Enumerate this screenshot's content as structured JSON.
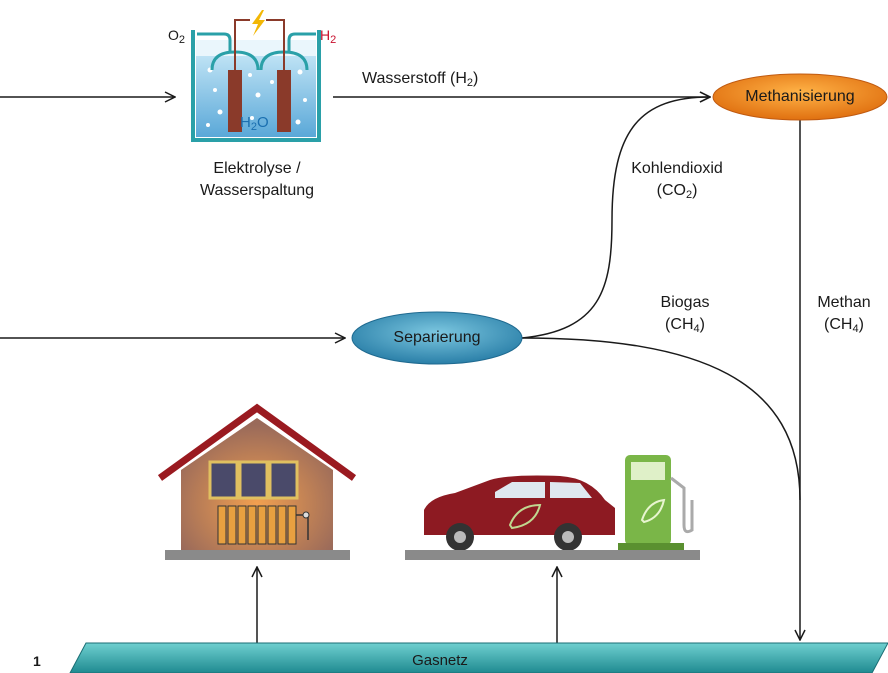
{
  "figure_number": "1",
  "electrolysis": {
    "label_line1": "Elektrolyse /",
    "label_line2": "Wasserspaltung",
    "o2": "O",
    "o2_sub": "2",
    "h2": "H",
    "h2_sub": "2",
    "h2o": "H",
    "h2o_sub": "2",
    "h2o_tail": "O"
  },
  "flows": {
    "hydrogen": "Wasserstoff (H",
    "hydrogen_sub": "2",
    "hydrogen_tail": ")",
    "co2_line1": "Kohlendioxid",
    "co2_line2": "(CO",
    "co2_sub": "2",
    "co2_tail": ")",
    "biogas_line1": "Biogas",
    "biogas_line2": "(CH",
    "biogas_sub": "4",
    "biogas_tail": ")",
    "methane_line1": "Methan",
    "methane_line2": "(CH",
    "methane_sub": "4",
    "methane_tail": ")"
  },
  "nodes": {
    "methanisierung": "Methanisierung",
    "separierung": "Separierung",
    "gasnetz": "Gasnetz"
  },
  "colors": {
    "methanisierung": "#f08a1c",
    "separierung": "#2e8fb0",
    "gasnetz": "#2a9aa0",
    "house_wall": "#d27a3c",
    "car": "#8d1a22",
    "pump": "#7ab648",
    "h2_red": "#c8102e",
    "water": "#8fc9e8"
  }
}
